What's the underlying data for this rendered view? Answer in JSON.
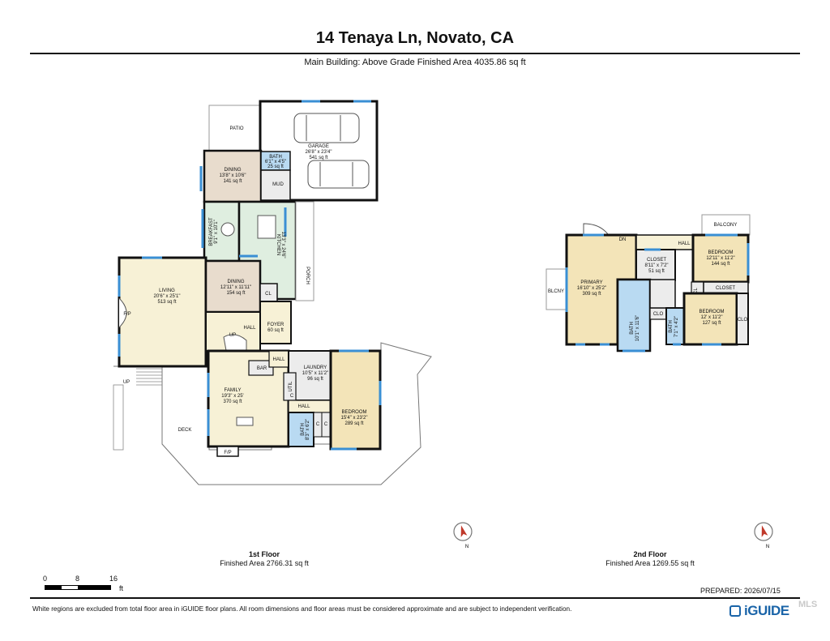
{
  "header": {
    "title": "14 Tenaya Ln, Novato, CA",
    "subtitle": "Main Building: Above Grade Finished Area 4035.86 sq ft"
  },
  "colors": {
    "wall": "#111111",
    "window": "#3a8fd4",
    "bedroom": "#f3e4b8",
    "living": "#f7f1d6",
    "kitchen": "#dfeee0",
    "dining": "#e8dccd",
    "bath": "#b9daf2",
    "utility": "#ececec",
    "exterior": "#ffffff",
    "north_arrow": "#c0392b"
  },
  "floor1": {
    "label": "1st Floor",
    "area": "Finished Area 2766.31 sq ft",
    "rooms": {
      "patio": "PATIO",
      "garage": {
        "name": "GARAGE",
        "dims": "26'8\" x 23'4\"",
        "area": "541 sq ft"
      },
      "bath_top": {
        "name": "BATH",
        "dims": "6'1\" x 4'5\"",
        "area": "25 sq ft"
      },
      "mud": "MUD",
      "dining_top": {
        "name": "DINING",
        "dims": "13'8\" x 10'6\"",
        "area": "141 sq ft"
      },
      "breakfast": {
        "name": "BREAKFAST",
        "dims": "9'1\" x 10'1\""
      },
      "kitchen": {
        "name": "KITCHEN",
        "dims": "13'3\" x 24'6\""
      },
      "porch": "PORCH",
      "living": {
        "name": "LIVING",
        "dims": "20'6\" x 25'1\"",
        "area": "513 sq ft"
      },
      "fireplace_living": "F/P",
      "dining_mid": {
        "name": "DINING",
        "dims": "12'11\" x 11'11\"",
        "area": "154 sq ft"
      },
      "closet": "CL",
      "hall": "HALL",
      "up_stair": "UP",
      "foyer": {
        "name": "FOYER",
        "area": "60 sq ft"
      },
      "hall_small": "HALL",
      "bar": "BAR",
      "laundry": {
        "name": "LAUNDRY",
        "dims": "10'5\" x 11'2\"",
        "area": "96 sq ft"
      },
      "utility": "UTIL",
      "cl_c": "C",
      "family": {
        "name": "FAMILY",
        "dims": "19'3\" x 25'",
        "area": "370 sq ft"
      },
      "hall_lower": "HALL",
      "bath_lower": {
        "name": "BATH",
        "dims": "8'3\" x 6'2\""
      },
      "cl_c2": "C",
      "cl_c3": "C",
      "bedroom": {
        "name": "BEDROOM",
        "dims": "15'4\" x 23'2\"",
        "area": "289 sq ft"
      },
      "deck": "DECK",
      "up_deck": "UP",
      "fireplace_family": "F/P"
    }
  },
  "floor2": {
    "label": "2nd Floor",
    "area": "Finished Area 1269.55 sq ft",
    "rooms": {
      "balcony": "BALCONY",
      "dn": "DN",
      "hall": "HALL",
      "closet_top": {
        "name": "CLOSET",
        "dims": "8'11\" x 7'2\"",
        "area": "51 sq ft"
      },
      "bedroom_a": {
        "name": "BEDROOM",
        "dims": "12'11\" x 11'2\"",
        "area": "144 sq ft"
      },
      "primary": {
        "name": "PRIMARY",
        "dims": "16'10\" x 25'2\"",
        "area": "309 sq ft"
      },
      "blcny": "BLCNY",
      "cl": "CL",
      "closet_mid": "CLOSET",
      "clo_a": "CLO",
      "clo_b": "CLO",
      "bath_a": {
        "name": "BATH",
        "dims": "10'1\" x 11'6\""
      },
      "bath_b": {
        "name": "BATH",
        "dims": "7'1\" x 4'2\""
      },
      "bedroom_b": {
        "name": "BEDROOM",
        "dims": "12' x 11'2\"",
        "area": "127 sq ft"
      }
    }
  },
  "compass": {
    "north_label": "N"
  },
  "scale": {
    "ticks": [
      "0",
      "8",
      "16"
    ],
    "unit": "ft"
  },
  "prepared": "PREPARED: 2026/07/15",
  "footer": {
    "disclaimer": "White regions are excluded from total floor area in iGUIDE floor plans. All room dimensions and floor areas must be considered approximate and are subject to independent verification.",
    "logo": "iGUIDE",
    "mls": "MLS"
  }
}
